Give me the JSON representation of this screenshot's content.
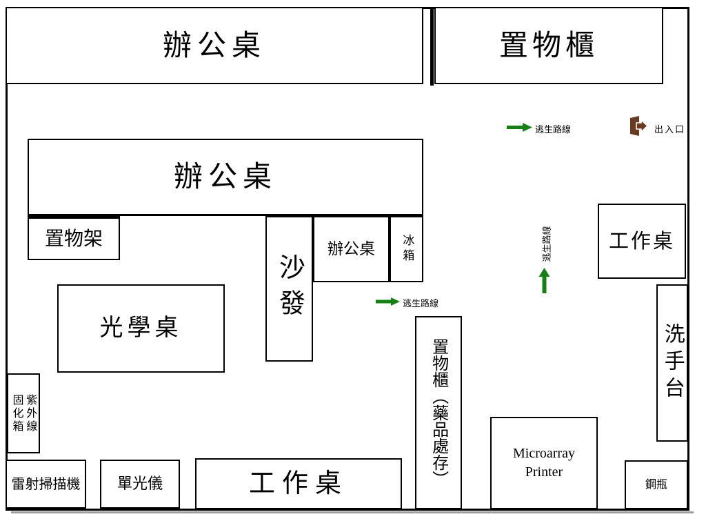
{
  "colors": {
    "arrow_green": "#168016",
    "door_brown": "#6b3a22",
    "wall_black": "#000000",
    "shadow_gray": "#9e9e9e"
  },
  "legend": {
    "escape_route_top": "逃生路線",
    "exit": "出入口",
    "escape_route_middle": "逃生路線",
    "escape_route_vertical": "逃生路線"
  },
  "furniture": {
    "desk_top": "辦公桌",
    "cabinet_top": "置物櫃",
    "desk_middle": "辦公桌",
    "shelf": "置物架",
    "sofa": "沙發",
    "desk_small": "辦公桌",
    "fridge": "冰箱",
    "optical_table": "光學桌",
    "uv_left_column": "固化箱",
    "uv_right_column": "紫外線",
    "laser_scanner": "雷射掃描機",
    "monochromator": "單光儀",
    "worktable_bottom": "工作桌",
    "chem_cabinet": "置物櫃（藥品處存）",
    "microarray_line1": "Microarray",
    "microarray_line2": "Printer",
    "gas_cylinder": "鋼瓶",
    "sink": "洗手台",
    "worktable_right": "工作桌"
  }
}
